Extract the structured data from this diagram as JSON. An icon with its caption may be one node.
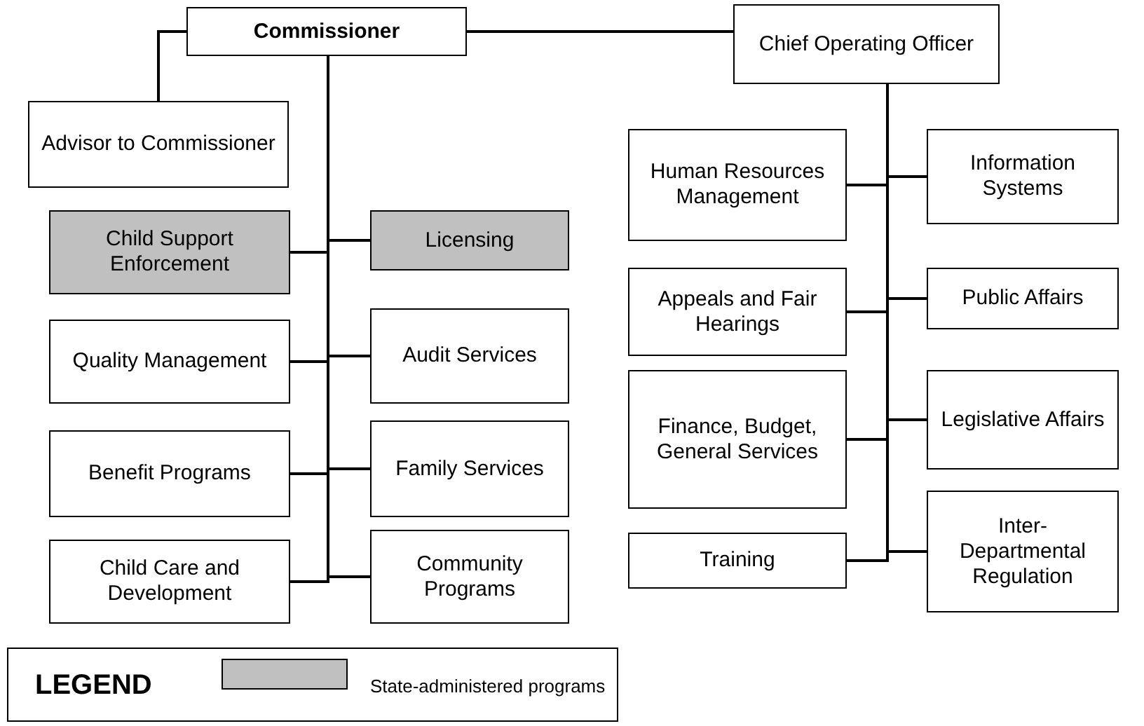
{
  "diagram": {
    "nodes": [
      {
        "text": [
          "Commissioner"
        ]
      },
      {
        "text": [
          "Chief Operating Officer"
        ]
      },
      {
        "text": [
          "Advisor to Commissioner"
        ]
      },
      {
        "text": [
          "Child Support Enforcement"
        ]
      },
      {
        "text": [
          "Licensing"
        ]
      },
      {
        "text": [
          "Quality Management"
        ]
      },
      {
        "text": [
          "Audit Services"
        ]
      },
      {
        "text": [
          "Benefit Programs"
        ]
      },
      {
        "text": [
          "Family Services"
        ]
      },
      {
        "text": [
          "Child Care and Development"
        ]
      },
      {
        "text": [
          "Community Programs"
        ]
      },
      {
        "text": [
          "Human Resources Management"
        ]
      },
      {
        "text": [
          "Information Systems"
        ]
      },
      {
        "text": [
          "Appeals and Fair Hearings"
        ]
      },
      {
        "text": [
          "Public Affairs"
        ]
      },
      {
        "text": [
          "Finance, Budget, General Services"
        ]
      },
      {
        "text": [
          "Legislative Affairs"
        ]
      },
      {
        "text": [
          "Training"
        ]
      },
      {
        "text": [
          "Inter-Departmental Regulation"
        ]
      }
    ],
    "edges": [
      {
        "from": 0,
        "to": 1,
        "arrow": "none"
      },
      {
        "from": 0,
        "to": 2,
        "arrow": "none"
      },
      {
        "from": 0,
        "to": 3,
        "arrow": "none"
      },
      {
        "from": 0,
        "to": 4,
        "arrow": "none"
      },
      {
        "from": 0,
        "to": 5,
        "arrow": "none"
      },
      {
        "from": 0,
        "to": 6,
        "arrow": "none"
      },
      {
        "from": 0,
        "to": 7,
        "arrow": "none"
      },
      {
        "from": 0,
        "to": 8,
        "arrow": "none"
      },
      {
        "from": 0,
        "to": 9,
        "arrow": "none"
      },
      {
        "from": 0,
        "to": 10,
        "arrow": "none"
      },
      {
        "from": 1,
        "to": 11,
        "arrow": "none"
      },
      {
        "from": 1,
        "to": 12,
        "arrow": "none"
      },
      {
        "from": 1,
        "to": 13,
        "arrow": "none"
      },
      {
        "from": 1,
        "to": 14,
        "arrow": "none"
      },
      {
        "from": 1,
        "to": 15,
        "arrow": "none"
      },
      {
        "from": 1,
        "to": 16,
        "arrow": "none"
      },
      {
        "from": 1,
        "to": 17,
        "arrow": "none"
      },
      {
        "from": 1,
        "to": 18,
        "arrow": "none"
      }
    ],
    "labels": [
      "LEGEND"
    ],
    "legend": [
      {
        "text": "State-administered programs",
        "color": "#c0c0c0"
      }
    ]
  }
}
